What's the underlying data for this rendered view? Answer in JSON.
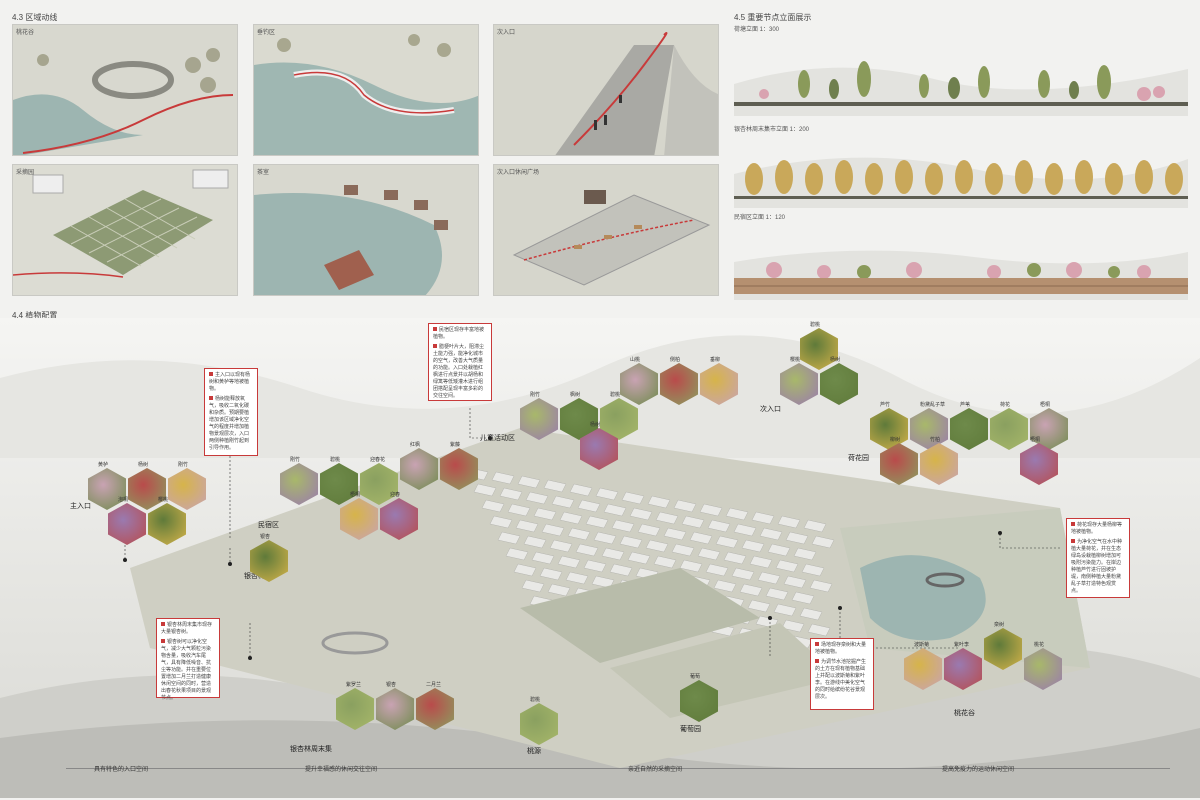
{
  "sections": {
    "movement": "4.3 区域动线",
    "elevation": "4.5 重要节点立面展示",
    "planting": "4.4 植物配置"
  },
  "panels": [
    {
      "label": "桃花谷"
    },
    {
      "label": "垂钓区"
    },
    {
      "label": "次入口"
    },
    {
      "label": "采摘园"
    },
    {
      "label": "茶室"
    },
    {
      "label": "次入口休闲广场"
    }
  ],
  "elevations": [
    {
      "label": "荷塘立面  1：300"
    },
    {
      "label": "银杏林周末集市立面  1：200"
    },
    {
      "label": "民宿区立面  1：120"
    }
  ],
  "notes": [
    {
      "id": "n1",
      "text": "主入口以现有杨树和黄栌等地被植物。",
      "text2": "杨树能释放氧气，吸收二氧化碳和杂质。预期要植增加该区域净化空气的程度并增加植物景观层次，入口两侧种植刚竹起到引导作用。"
    },
    {
      "id": "n2",
      "text": "民宿区现存丰富地被植物。",
      "text2": "腊梗叶片大，阻滞尘土能力强，能净化城市的空气，改善大气质量的功能。入口处栽植红枫进行点景并以胡杨和绿篱等低矮灌木进行组团搭配呈现丰富多彩的交往空间。"
    },
    {
      "id": "n3",
      "text": "荷花现存大量杨柳等地被植物。",
      "text2": "为净化空气在水中种植大量荷花，并在生态绿岛设栽植柳树增加可吸附污染能力。在岸边种植芦竹进行固坡护堤，南侧种植大量粉黛乱子草打造特色观赏点。"
    },
    {
      "id": "n4",
      "text": "银杏林周末集市现存大量银杏树。",
      "text2": "银杏树可以净化空气，减少大气颗粒污染物含量，吸收汽车尾气，具有降低噪音、抗尘等功能。并在重要位置增加二月兰打造健康休闲空间的同时，营造出春花秋果项目的景观节点。"
    },
    {
      "id": "n5",
      "text": "场地现存栾树和大量地被植物。",
      "text2": "为调节水池挖掘产生的土方在现有植物基础上并配以波斯菊和紫叶李。在游线中美化空气的同时给缤纷花谷景观层次。"
    }
  ],
  "areas": [
    {
      "id": "a1",
      "text": "主入口"
    },
    {
      "id": "a2",
      "text": "民宿区"
    },
    {
      "id": "a3",
      "text": "银杏林"
    },
    {
      "id": "a4",
      "text": "儿童活动区"
    },
    {
      "id": "a5",
      "text": "荷花园"
    },
    {
      "id": "a6",
      "text": "次入口"
    },
    {
      "id": "a7",
      "text": "桃花谷"
    },
    {
      "id": "a8",
      "text": "银杏林周末集"
    },
    {
      "id": "a9",
      "text": "桃源"
    },
    {
      "id": "a10",
      "text": "葡萄园"
    }
  ],
  "plants": {
    "entrance": [
      "黄栌",
      "杨树",
      "刚竹",
      "泡桐",
      "樱桃"
    ],
    "homestay": [
      "刚竹",
      "碧桃",
      "迎春花",
      "红枫",
      "紫藤",
      "梧桐",
      "迎春"
    ],
    "ginkgo": [
      "银杏"
    ],
    "children": [
      "刚竹",
      "枫树",
      "碧桃",
      "山桃",
      "侧柏",
      "垂柳",
      "杨树"
    ],
    "lotus": [
      "芦竹",
      "粉黛乱子草",
      "芦苇",
      "荷花",
      "梧桐",
      "柳树",
      "竹柏",
      "梧桐"
    ],
    "east": [
      "碧桃",
      "樱桃",
      "杨树"
    ],
    "market": [
      "紫罗兰",
      "银杏",
      "二月兰"
    ],
    "valley": [
      "波斯菊",
      "紫叶李",
      "栾树",
      "桃花"
    ],
    "grape": [
      "葡萄"
    ],
    "peach": [
      "碧桃"
    ]
  },
  "footer": [
    "具有特色的入口空间",
    "提升幸福感的休闲交往空间",
    "亲近自然的采摘空间",
    "提高免疫力的运动休闲空间"
  ],
  "colors": {
    "accent": "#c83a3a",
    "water": "#9db5b1",
    "ground": "#cfcfc3"
  }
}
